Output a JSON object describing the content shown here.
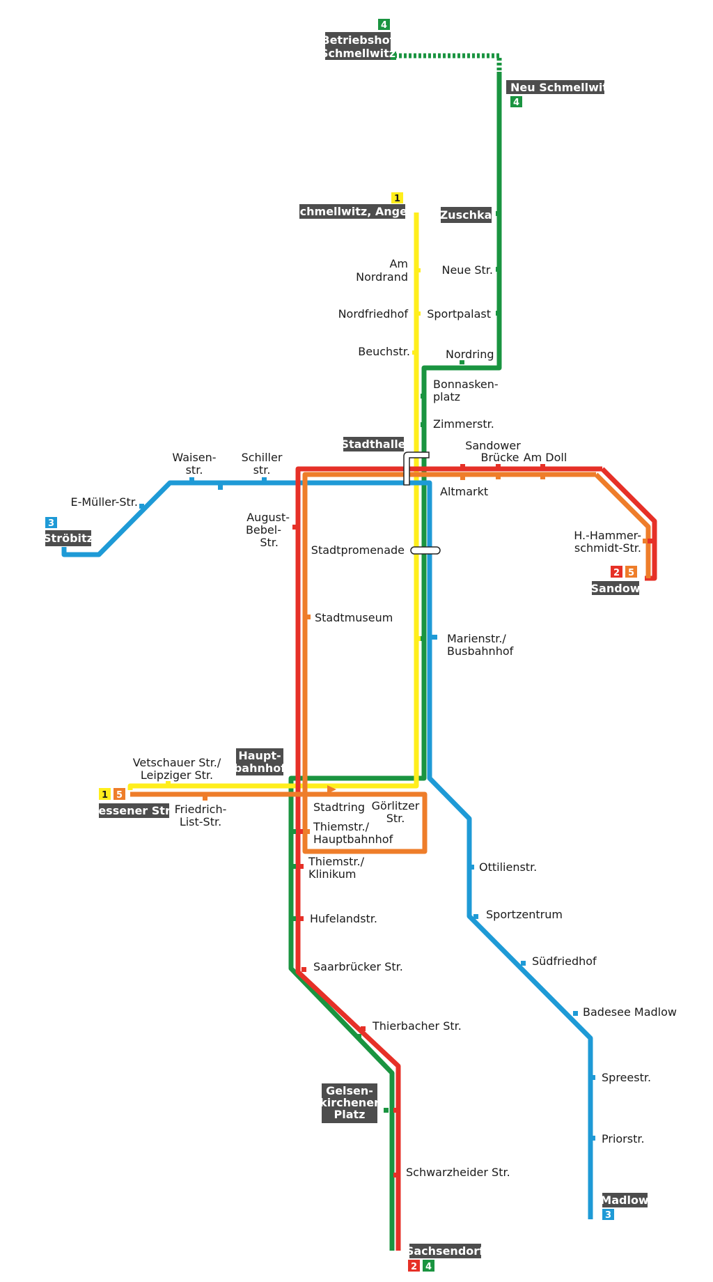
{
  "colors": {
    "line1": "#FFEE1C",
    "line2": "#E63027",
    "line3": "#1E9AD6",
    "line4": "#1A9440",
    "line5": "#EE7D2A",
    "terminus_box": "#4D4D4D"
  },
  "lines": {
    "l1": "1",
    "l2": "2",
    "l3": "3",
    "l4": "4",
    "l5": "5"
  },
  "terminals": {
    "betriebshof": [
      "Betriebshof",
      "Schmellwitz"
    ],
    "neu_schmellwitz": "Neu Schmellwitz",
    "schmellwitz_anger": "Schmellwitz, Anger",
    "zuschka": "Zuschka",
    "stadthalle": "Stadthalle",
    "stroebitz": "Ströbitz",
    "sandow": "Sandow",
    "hauptbahnhof": [
      "Haupt-",
      "bahnhof"
    ],
    "jessener": "Jessener Str.",
    "gelsenkirchener": [
      "Gelsen-",
      "kirchener",
      "Platz"
    ],
    "sachsendorf": "Sachsendorf",
    "madlow": "Madlow"
  },
  "stations": {
    "am_nordrand": [
      "Am",
      "Nordrand"
    ],
    "neue_str": "Neue Str.",
    "nordfriedhof": "Nordfriedhof",
    "sportpalast": "Sportpalast",
    "beuchstr": "Beuchstr.",
    "nordring": "Nordring",
    "bonnaskenplatz": [
      "Bonnasken-",
      "platz"
    ],
    "zimmerstr": "Zimmerstr.",
    "sandower_bruecke": [
      "Sandower",
      "Brücke"
    ],
    "am_doll": "Am Doll",
    "waisenstr": [
      "Waisen-",
      "str."
    ],
    "schillerstr": [
      "Schiller",
      "str."
    ],
    "e_mueller": "E-Müller-Str.",
    "altmarkt": "Altmarkt",
    "august_bebel": [
      "August-",
      "Bebel-",
      "Str."
    ],
    "h_hammerschmidt": [
      "H.-Hammer-",
      "schmidt-Str."
    ],
    "stadtpromenade": "Stadtpromenade",
    "stadtmuseum": "Stadtmuseum",
    "marienstr": [
      "Marienstr./",
      "Busbahnhof"
    ],
    "vetschauer": [
      "Vetschauer Str./",
      "Leipziger Str."
    ],
    "friedrich_list": [
      "Friedrich-",
      "List-Str."
    ],
    "stadtring": "Stadtring",
    "goerlitzer": [
      "Görlitzer",
      "Str."
    ],
    "thiemstr_hbf": [
      "Thiemstr./",
      "Hauptbahnhof"
    ],
    "thiemstr_klinikum": [
      "Thiemstr./",
      "Klinikum"
    ],
    "ottilienstr": "Ottilienstr.",
    "hufelandstr": "Hufelandstr.",
    "sportzentrum": "Sportzentrum",
    "suedfriedhof": "Südfriedhof",
    "saarbruecker": "Saarbrücker Str.",
    "badesee": "Badesee Madlow",
    "thierbacher": "Thierbacher Str.",
    "spreestr": "Spreestr.",
    "priorstr": "Priorstr.",
    "schwarzheider": "Schwarzheider Str."
  }
}
